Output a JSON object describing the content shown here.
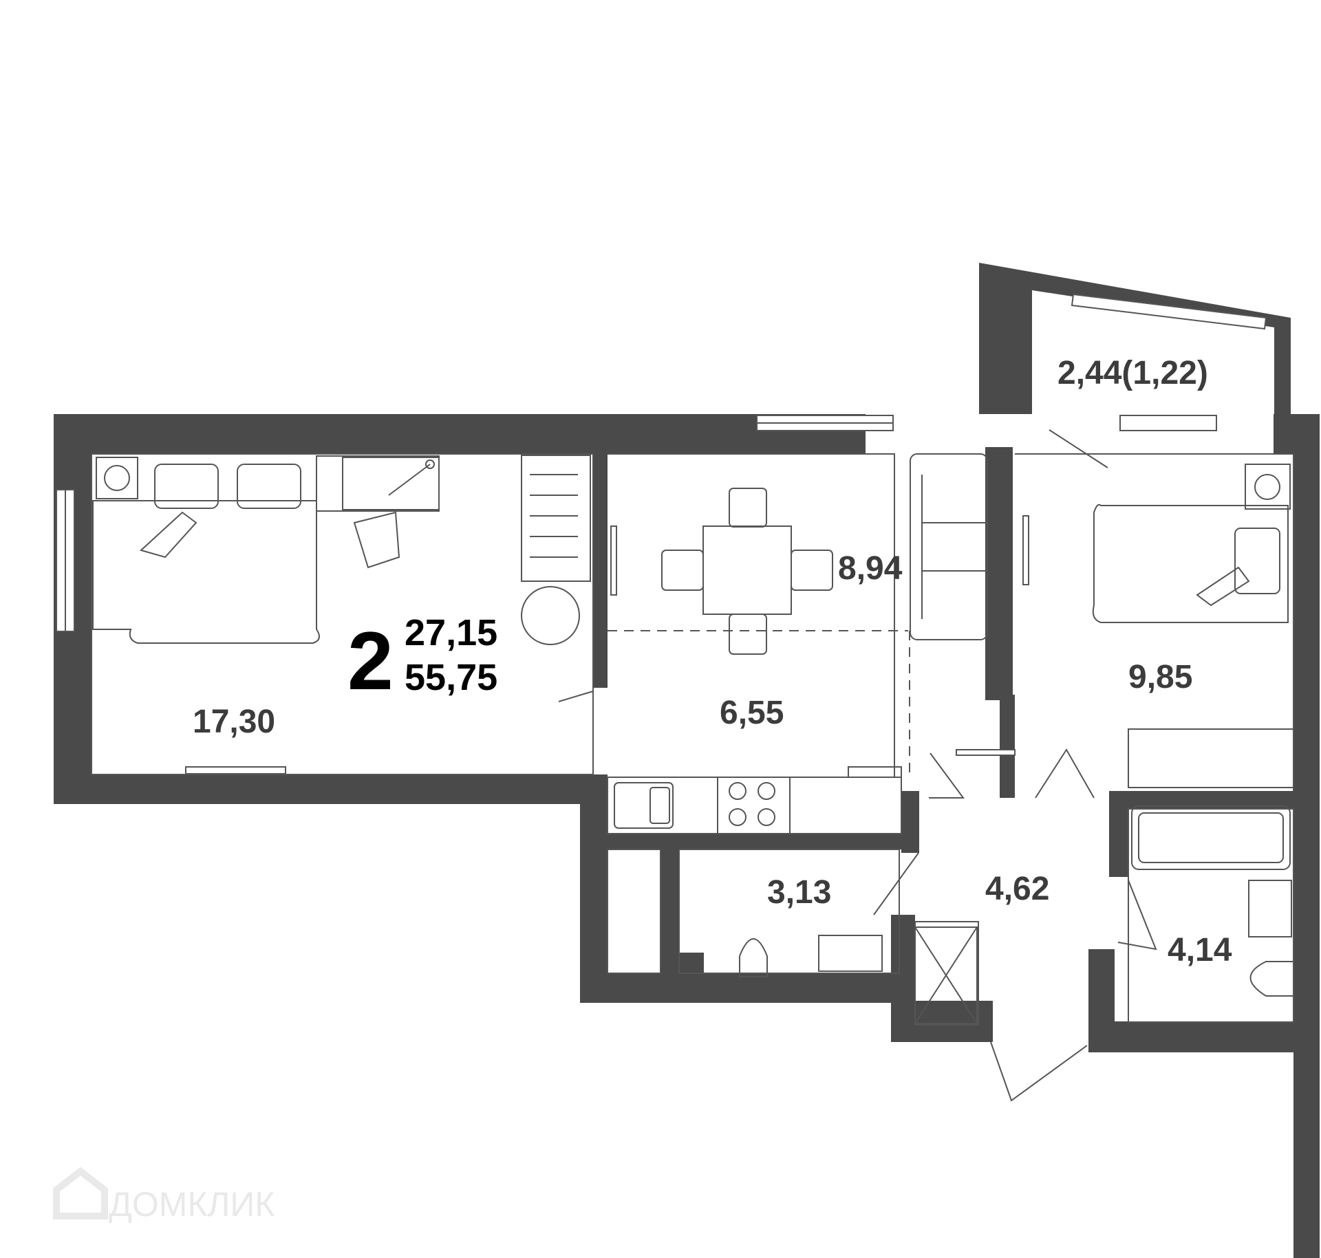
{
  "apartment": {
    "rooms_count": "2",
    "living_area": "27,15",
    "total_area": "55,75"
  },
  "rooms": {
    "bedroom_large": "17,30",
    "kitchen": "8,94",
    "dining": "6,55",
    "bedroom_small": "9,85",
    "balcony": "2,44(1,22)",
    "wc": "3,13",
    "hall": "4,62",
    "bathroom": "4,14"
  },
  "watermark": {
    "text": "ДОМКЛИК",
    "icon": "house-logo-icon"
  },
  "colors": {
    "wall": "#4a4a4a",
    "text": "#3c3c3c",
    "background": "#ffffff"
  }
}
